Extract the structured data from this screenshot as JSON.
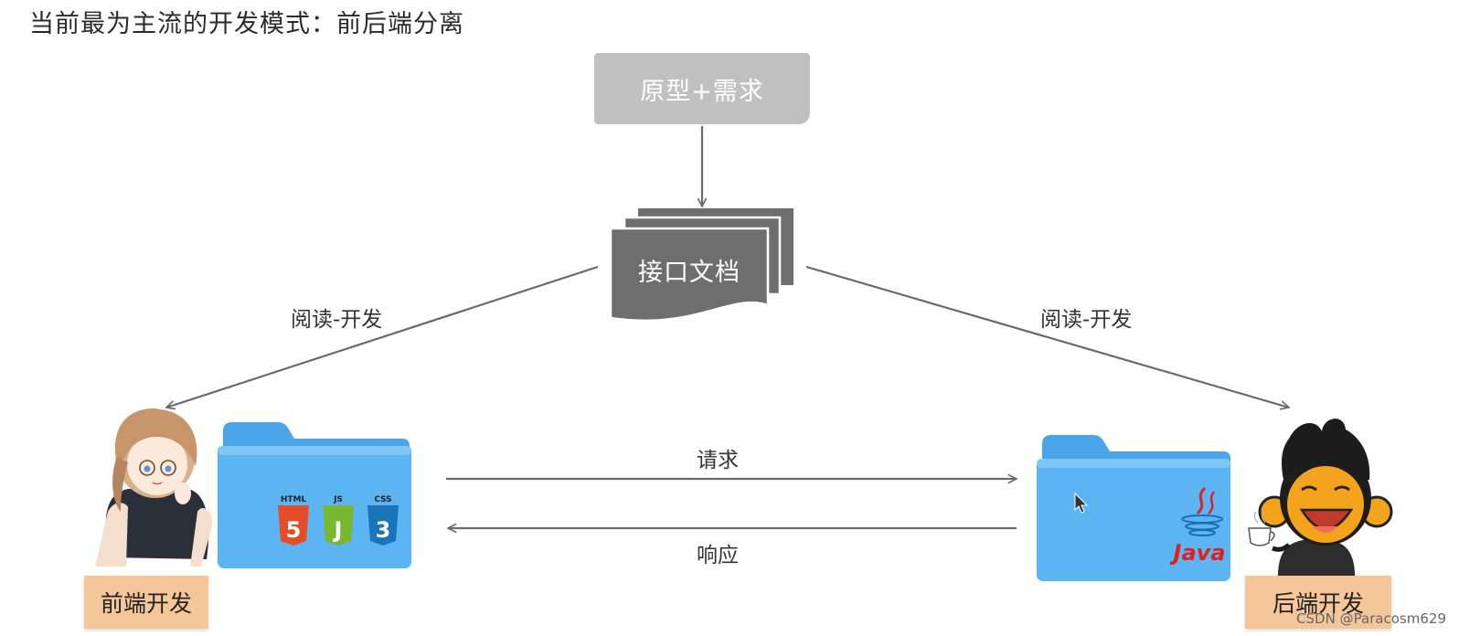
{
  "title": "当前最为主流的开发模式：前后端分离",
  "nodes": {
    "prototype": "原型+需求",
    "api_doc": "接口文档",
    "frontend": "前端开发",
    "backend": "后端开发"
  },
  "edges": {
    "read_dev_left": "阅读-开发",
    "read_dev_right": "阅读-开发",
    "request": "请求",
    "response": "响应"
  },
  "icons": {
    "html_label": "HTML",
    "js_label": "JS",
    "css_label": "CSS",
    "java_label": "Java"
  },
  "watermark": "CSDN @Paracosm629",
  "colors": {
    "prototype_fill": "#c0c0c0",
    "doc_fill": "#6e6e6e",
    "role_fill": "#f5c699",
    "folder_blue": "#5cb4f2",
    "arrow": "#6a6a6a"
  }
}
